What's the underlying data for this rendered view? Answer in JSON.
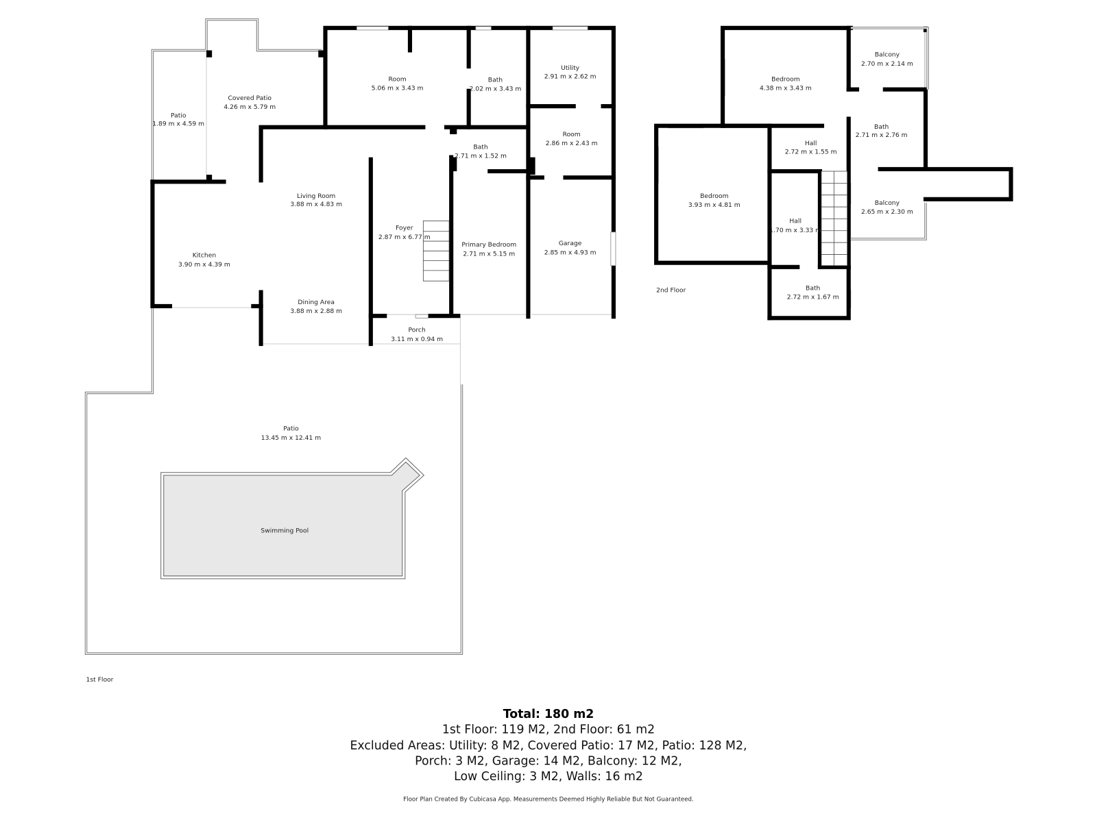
{
  "floors": {
    "first": {
      "label": "1st Floor",
      "rooms": [
        {
          "name": "Room",
          "dims": "5.06 m x 3.43 m"
        },
        {
          "name": "Bath",
          "dims": "2.02 m x 3.43 m"
        },
        {
          "name": "Utility",
          "dims": "2.91 m x 2.62 m"
        },
        {
          "name": "Room",
          "dims": "2.86 m x 2.43 m"
        },
        {
          "name": "Covered Patio",
          "dims": "4.26 m x 5.79 m"
        },
        {
          "name": "Patio",
          "dims": "1.89 m x 4.59 m"
        },
        {
          "name": "Living Room",
          "dims": "3.88 m x 4.83 m"
        },
        {
          "name": "Kitchen",
          "dims": "3.90 m x 4.39 m"
        },
        {
          "name": "Foyer",
          "dims": "2.87 m x 6.77 m"
        },
        {
          "name": "Bath",
          "dims": "2.71 m x 1.52 m"
        },
        {
          "name": "Primary Bedroom",
          "dims": "2.71 m x 5.15 m"
        },
        {
          "name": "Garage",
          "dims": "2.85 m x 4.93 m"
        },
        {
          "name": "Dining Area",
          "dims": "3.88 m x 2.88 m"
        },
        {
          "name": "Porch",
          "dims": "3.11 m x 0.94 m"
        },
        {
          "name": "Patio",
          "dims": "13.45 m x 12.41 m"
        },
        {
          "name": "Swimming Pool",
          "dims": ""
        }
      ]
    },
    "second": {
      "label": "2nd Floor",
      "rooms": [
        {
          "name": "Bedroom",
          "dims": "4.38 m x 3.43 m"
        },
        {
          "name": "Balcony",
          "dims": "2.70 m x 2.14 m"
        },
        {
          "name": "Bath",
          "dims": "2.71 m x 2.76 m"
        },
        {
          "name": "Hall",
          "dims": "2.72 m x 1.55 m"
        },
        {
          "name": "Bedroom",
          "dims": "3.93 m x 4.81 m"
        },
        {
          "name": "Balcony",
          "dims": "2.65 m x 2.30 m"
        },
        {
          "name": "Hall",
          "dims": "1.70 m x 3.33 m"
        },
        {
          "name": "Bath",
          "dims": "2.72 m x 1.67 m"
        }
      ]
    }
  },
  "summary": {
    "total": "Total: 180 m2",
    "lines": [
      "1st Floor: 119 M2, 2nd Floor: 61 m2",
      "Excluded Areas: Utility: 8 M2, Covered Patio: 17 M2, Patio: 128 M2,",
      "Porch: 3 M2, Garage: 14 M2, Balcony: 12 M2,",
      "Low Ceiling: 3 M2, Walls: 16 m2"
    ],
    "disclaimer": "Floor Plan Created By Cubicasa App. Measurements Deemed Highly Reliable But Not Guaranteed."
  },
  "colors": {
    "wall": "#000000",
    "pool_fill": "#e8e8e8",
    "background": "#ffffff"
  }
}
